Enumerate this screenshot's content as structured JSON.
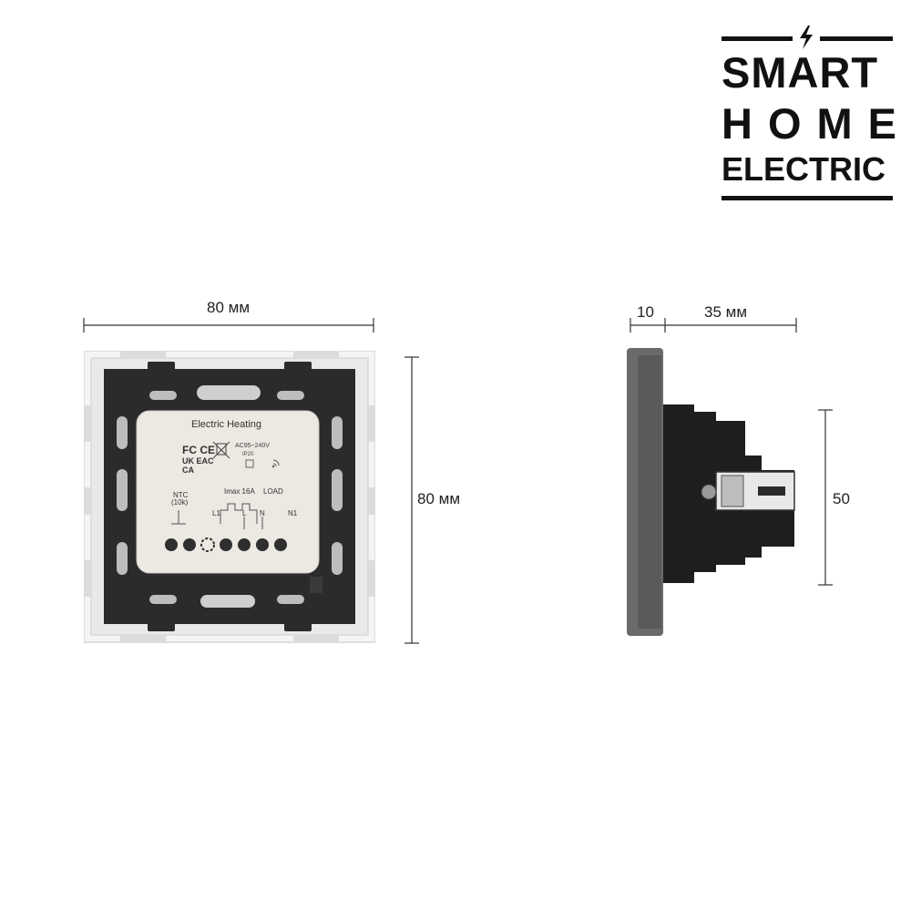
{
  "logo": {
    "line1": "SMART",
    "line2": "HOME",
    "line3": "ELECTRIC",
    "bolt_icon": "lightning-bolt-icon"
  },
  "front_view": {
    "width_label": "80 мм",
    "height_label": "80 мм",
    "module_title": "Electric Heating",
    "cert_marks_1": "FC CE",
    "cert_marks_2": "UK EAC",
    "cert_marks_3": "CA",
    "voltage": "AC95~240V",
    "ip_rating": "IP20",
    "ntc_label": "NTC",
    "ntc_value": "(10k)",
    "imax_label": "Imax 16A",
    "load_label": "LOAD",
    "term_l1": "L1",
    "term_l": "L",
    "term_n": "N",
    "term_n1": "N1"
  },
  "side_view": {
    "depth_front_label": "10",
    "depth_back_label": "35 мм",
    "height_label": "50"
  },
  "colors": {
    "frame_white": "#f2f2f2",
    "bracket_dark": "#2b2b2b",
    "module_face": "#ece8e2",
    "side_plate": "#6a6a6a",
    "text_dark": "#222222"
  }
}
